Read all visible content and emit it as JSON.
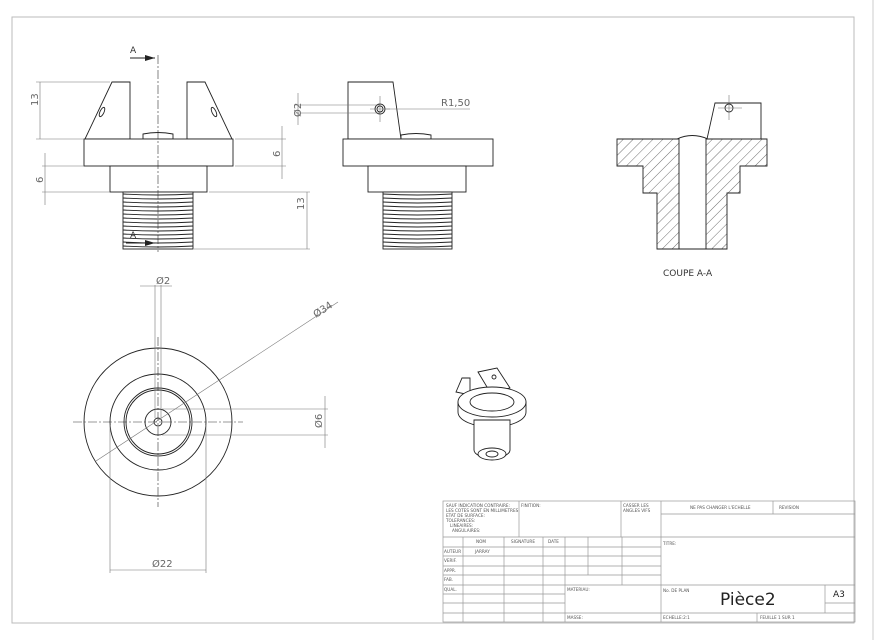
{
  "section_marker": "A",
  "front_view": {
    "dims": {
      "fin_height": "13",
      "flange_height": "6",
      "collar_height": "6",
      "thread_length": "13"
    }
  },
  "side_view": {
    "dims": {
      "hole_diameter": "Ø2",
      "hole_radius": "R1,50"
    }
  },
  "section_view": {
    "label": "COUPE A-A"
  },
  "bottom_view": {
    "dims": {
      "hole_diameter": "Ø2",
      "outer_diameter": "Ø34",
      "bore_diameter": "Ø6",
      "collar_diameter": "Ø22"
    }
  },
  "title_block": {
    "general_notes": [
      "SAUF INDICATION CONTRAIRE:",
      "LES COTES SONT EN MILLIMETRES",
      "ETAT DE SURFACE:",
      "TOLERANCES:",
      "LINEAIRES:",
      "ANGULAIRES:"
    ],
    "finition": "FINITION:",
    "casser_angles": [
      "CASSER LES",
      "ANGLES VIFS"
    ],
    "scale_note": "NE PAS CHANGER L'ECHELLE",
    "revision": "REVISION",
    "headers": {
      "nom": "NOM",
      "signature": "SIGNATURE",
      "date": "DATE"
    },
    "rows": {
      "auteur": "AUTEUR",
      "verif": "VERIF.",
      "appr": "APPR.",
      "fab": "FAB.",
      "qual": "QUAL."
    },
    "author_name": "JARRAY",
    "titre": "TITRE:",
    "materiau": "MATERIAU:",
    "masse": "MASSE:",
    "plan_label": "No. DE PLAN",
    "plan_number": "Pièce2",
    "format": "A3",
    "echelle": "ECHELLE:2:1",
    "feuille": "FEUILLE 1 SUR 1"
  }
}
